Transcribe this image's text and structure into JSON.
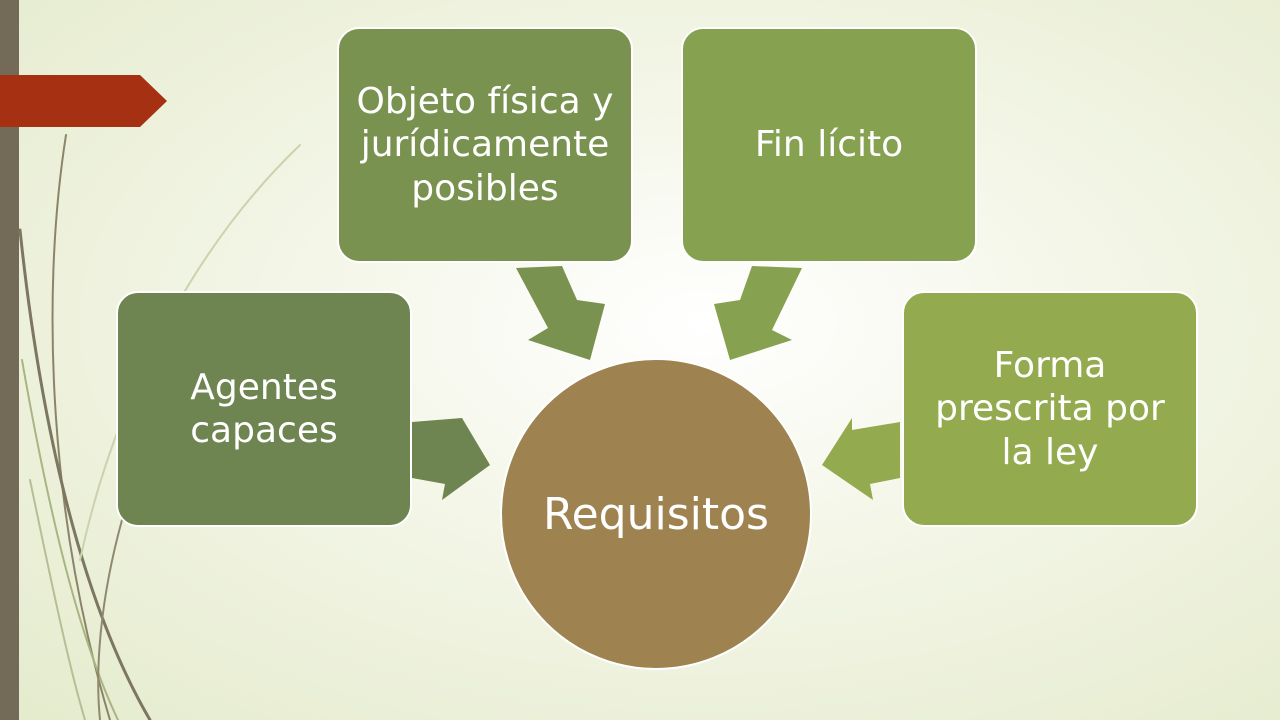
{
  "diagram": {
    "center": {
      "label": "Requisitos",
      "color": "#9e8350"
    },
    "nodes": [
      {
        "id": "agentes",
        "label": "Agentes capaces",
        "color": "#6e8451"
      },
      {
        "id": "objeto",
        "label": "Objeto física y jurídicamente posibles",
        "color": "#7a9250"
      },
      {
        "id": "fin",
        "label": "Fin lícito",
        "color": "#86a14f"
      },
      {
        "id": "forma",
        "label": "Forma prescrita por la ley",
        "color": "#93ab4e"
      }
    ]
  },
  "theme": {
    "accent_bar": "#a63012",
    "side_bar": "#736b58"
  }
}
